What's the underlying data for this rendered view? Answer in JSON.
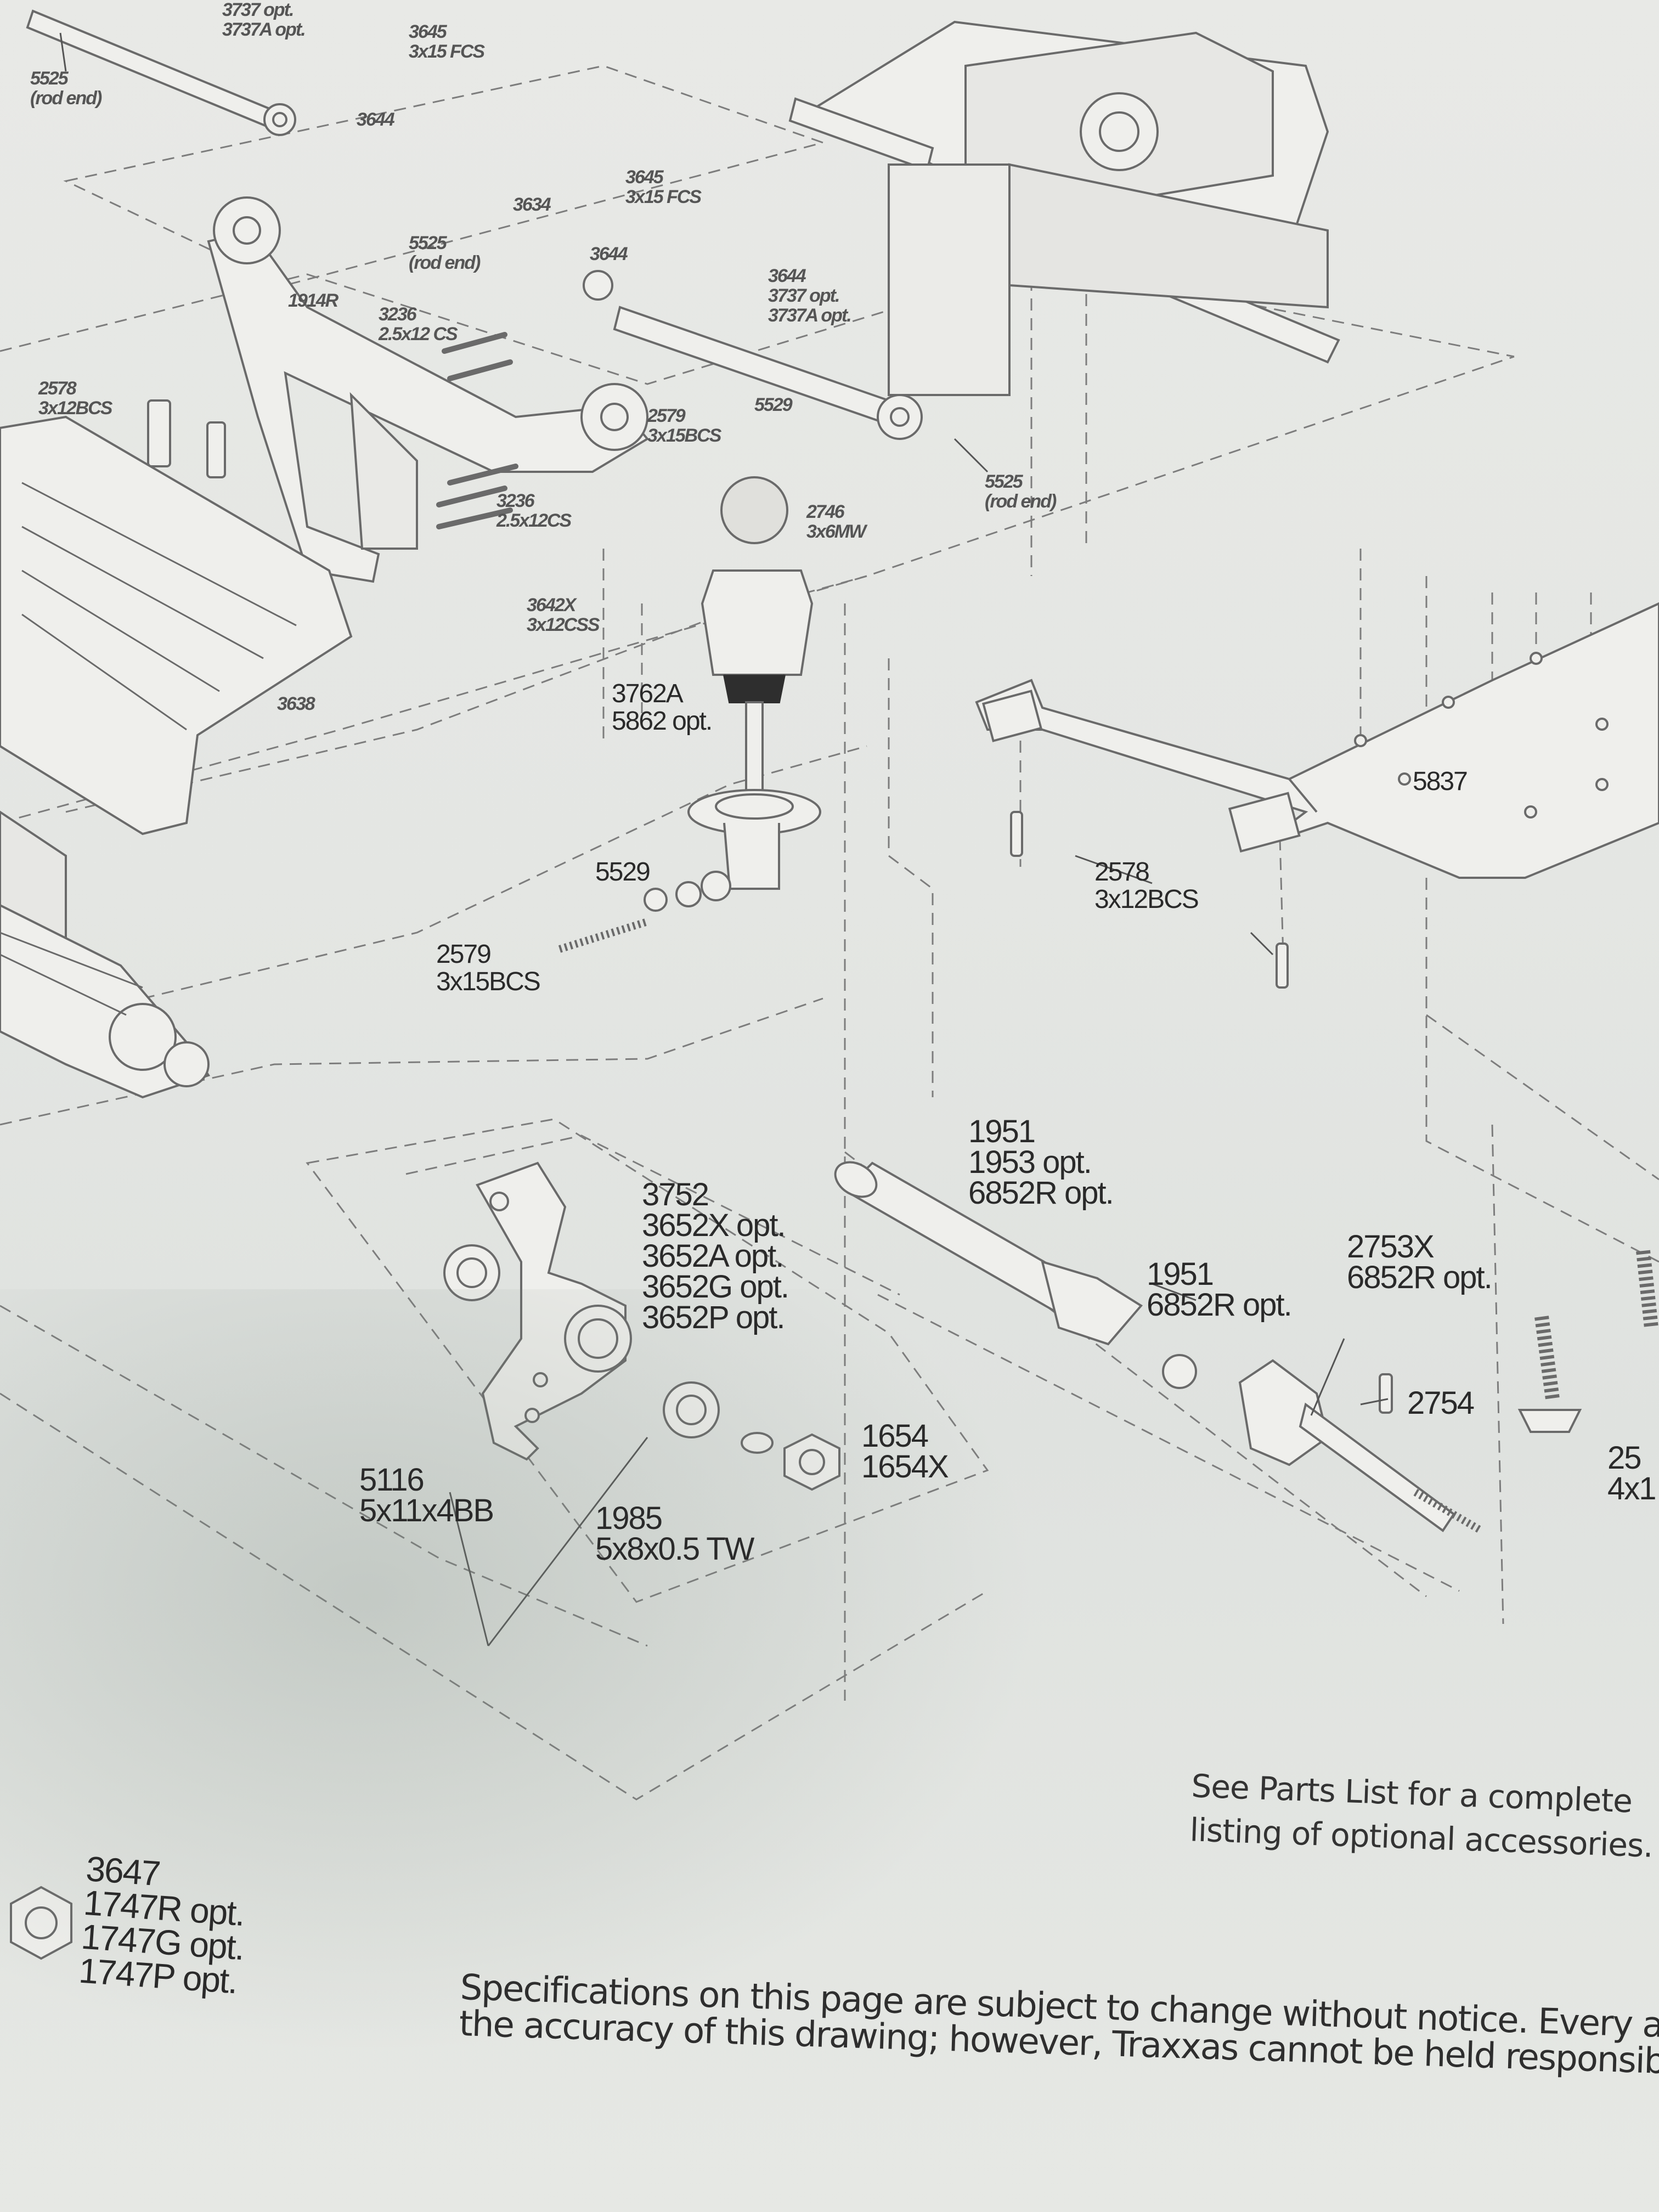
{
  "labels": {
    "l_5525_top": "5525\n(rod end)",
    "l_3737_top": "3737 opt.\n3737A opt.",
    "l_3645_top": "3645\n3x15 FCS",
    "l_3644_top": "3644",
    "l_3634": "3634",
    "l_3645_b": "3645\n3x15 FCS",
    "l_5525_b": "5525\n(rod end)",
    "l_3644_b": "3644",
    "l_3644_c": "3644\n3737 opt.\n3737A opt.",
    "l_1914r": "1914R",
    "l_3236_a": "3236\n2.5x12 CS",
    "l_2578_left": "2578\n3x12BCS",
    "l_2579_a": "2579\n3x15BCS",
    "l_5529_a": "5529",
    "l_5525_c": "5525\n(rod end)",
    "l_2746": "2746\n3x6MW",
    "l_3236_b": "3236\n2.5x12CS",
    "l_3642x": "3642X\n3x12CSS",
    "l_3638": "3638",
    "l_3762a": "3762A\n5862 opt.",
    "l_5529_b": "5529",
    "l_2579_b": "2579\n3x15BCS",
    "l_5837": "5837",
    "l_2578_right": "2578\n3x12BCS",
    "l_1951_a": "1951\n1953 opt.\n6852R opt.",
    "l_3752": "3752\n3652X opt.\n3652A opt.\n3652G opt.\n3652P opt.",
    "l_1951_b": "1951\n6852R opt.",
    "l_2753x": "2753X\n6852R opt.",
    "l_2754": "2754",
    "l_25_cut": "25\n4x1",
    "l_1654": "1654\n1654X",
    "l_5116": "5116\n5x11x4BB",
    "l_1985": "1985\n5x8x0.5 TW",
    "l_3647": "3647\n1747R opt.\n1747G opt.\n1747P opt."
  },
  "note": {
    "line1": "See Parts List for a complete",
    "line2": "listing of optional accessories."
  },
  "footer": {
    "line1": "Specifications on this page are subject to change without notice. Every atte",
    "line2": "the accuracy of this drawing; however, Traxxas cannot be held responsible f"
  }
}
